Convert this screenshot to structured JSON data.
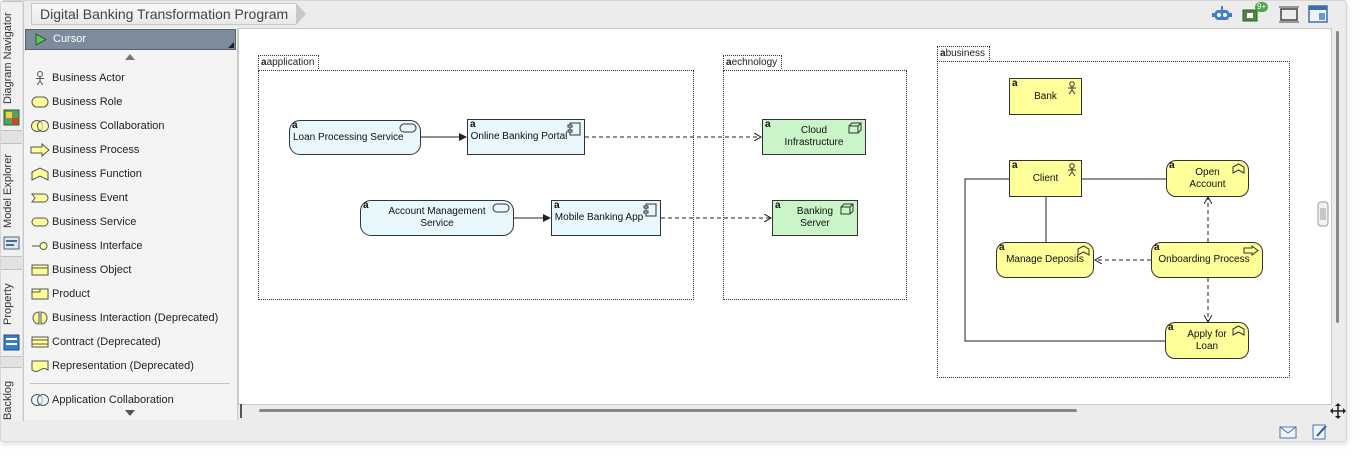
{
  "breadcrumb": {
    "title": "Digital Banking Transformation Program"
  },
  "side_tabs": [
    {
      "label": "Diagram Navigator"
    },
    {
      "label": "Model Explorer"
    },
    {
      "label": "Property"
    },
    {
      "label": "Backlog"
    }
  ],
  "palette": {
    "cursor_label": "Cursor",
    "items": [
      {
        "label": "Business Actor",
        "icon": "business-actor-icon"
      },
      {
        "label": "Business Role",
        "icon": "business-role-icon"
      },
      {
        "label": "Business Collaboration",
        "icon": "business-collaboration-icon"
      },
      {
        "label": "Business Process",
        "icon": "business-process-icon"
      },
      {
        "label": "Business Function",
        "icon": "business-function-icon"
      },
      {
        "label": "Business Event",
        "icon": "business-event-icon"
      },
      {
        "label": "Business Service",
        "icon": "business-service-icon"
      },
      {
        "label": "Business Interface",
        "icon": "business-interface-icon"
      },
      {
        "label": "Business Object",
        "icon": "business-object-icon"
      },
      {
        "label": "Product",
        "icon": "product-icon"
      },
      {
        "label": "Business Interaction (Deprecated)",
        "icon": "business-interaction-icon"
      },
      {
        "label": "Contract (Deprecated)",
        "icon": "contract-icon"
      },
      {
        "label": "Representation (Deprecated)",
        "icon": "representation-icon"
      },
      {
        "label": "Application Collaboration",
        "icon": "application-collaboration-icon"
      }
    ]
  },
  "diagram": {
    "groups": [
      {
        "label": "application",
        "letter": "a"
      },
      {
        "label": "echnology",
        "letter": "a"
      },
      {
        "label": "business",
        "letter": "a"
      }
    ],
    "elements": {
      "loan_processing": "Loan Processing Service",
      "online_portal": "Online Banking Portal",
      "cloud_infra": "Cloud Infrastructure",
      "account_mgmt": "Account Management Service",
      "mobile_app": "Mobile Banking App",
      "banking_server": "Banking Server",
      "bank": "Bank",
      "client": "Client",
      "open_account": "Open Account",
      "manage_deposits": "Manage Deposits",
      "onboarding": "Onboarding Process",
      "apply_loan": "Apply for Loan"
    },
    "marker": "a"
  },
  "toolbar": {
    "badge": "9+"
  },
  "colors": {
    "application": "#e8f7fb",
    "technology": "#c9f5c9",
    "business": "#ffff99"
  }
}
